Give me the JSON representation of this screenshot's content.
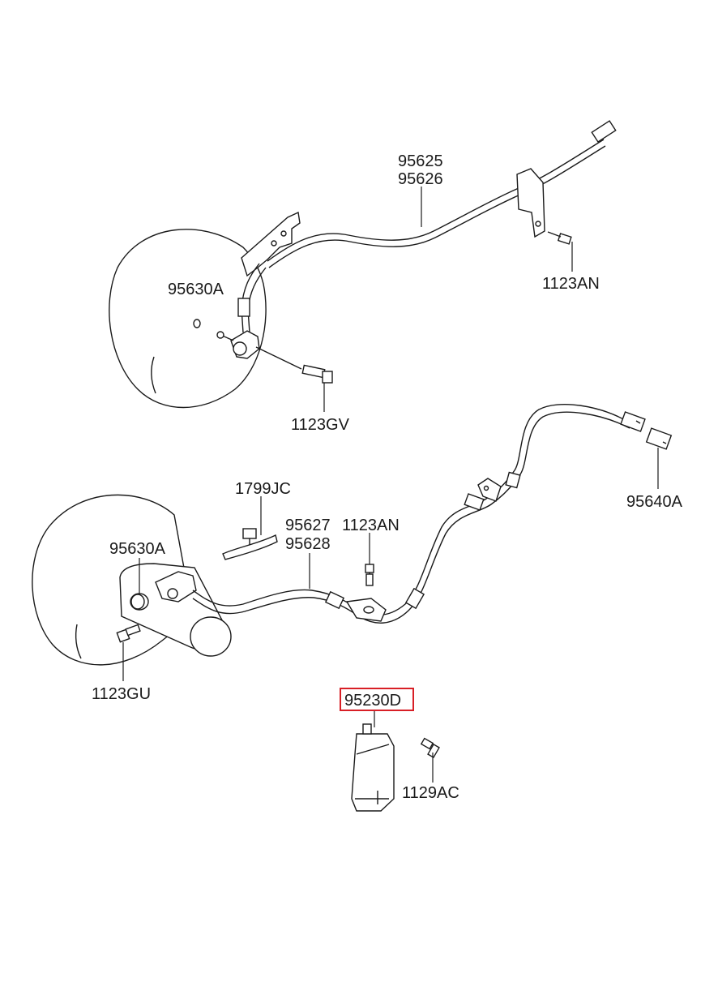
{
  "labels": {
    "upper_cable_a": "95625",
    "upper_cable_b": "95626",
    "upper_ring": "95630A",
    "upper_bolt_bracket": "1123AN",
    "upper_bolt_sensor": "1123GV",
    "clip": "1799JC",
    "lower_cable_a": "95627",
    "lower_cable_b": "95628",
    "lower_bolt_bracket": "1123AN",
    "lower_ring": "95630A",
    "connector": "95640A",
    "lower_bolt_sensor": "1123GU",
    "module": "95230D",
    "module_bolt": "1129AC"
  },
  "colors": {
    "line": "#1a1a1a",
    "highlight": "#d81f26",
    "background": "#ffffff"
  },
  "highlighted_part": "95230D"
}
